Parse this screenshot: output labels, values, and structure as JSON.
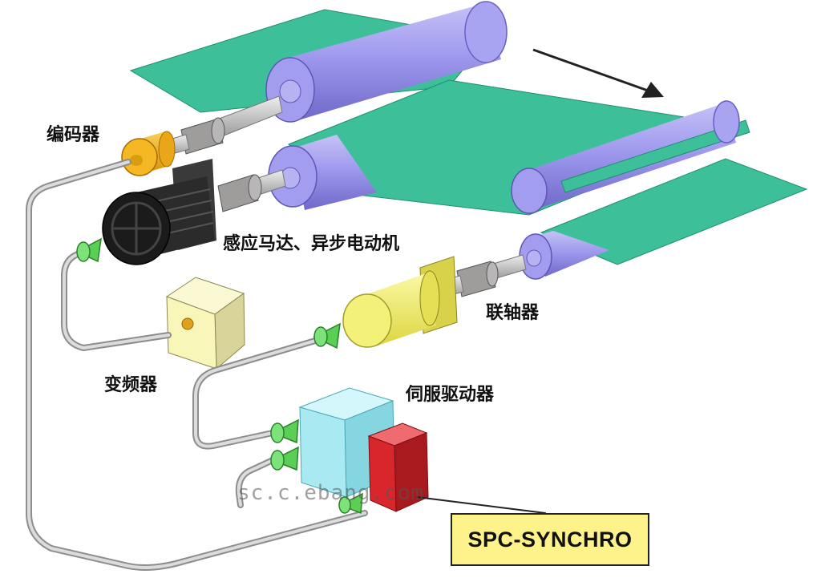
{
  "labels": {
    "encoder": "编码器",
    "induction_motor": "感应马达、异步电动机",
    "coupling": "联轴器",
    "inverter": "变频器",
    "servo_driver": "伺服驱动器",
    "controller": "SPC-SYNCHRO"
  },
  "watermark": "sc.c.ebang.com",
  "colors": {
    "web": "#3dbf9a",
    "roller": "#9f9aee",
    "shaft": "#cfcfcf",
    "encoder": "#f1b51c",
    "motor": "#1b1b1b",
    "inverter": "#f9f6b9",
    "servo_motor": "#f2ef6a",
    "servo_driver": "#a9e9f1",
    "controller_unit": "#d8262c",
    "cable": "#c9c9c9",
    "connector": "#5bcf55"
  },
  "icons": {
    "flow_arrow": "arrow-right",
    "connector": "green-cone-connector"
  }
}
